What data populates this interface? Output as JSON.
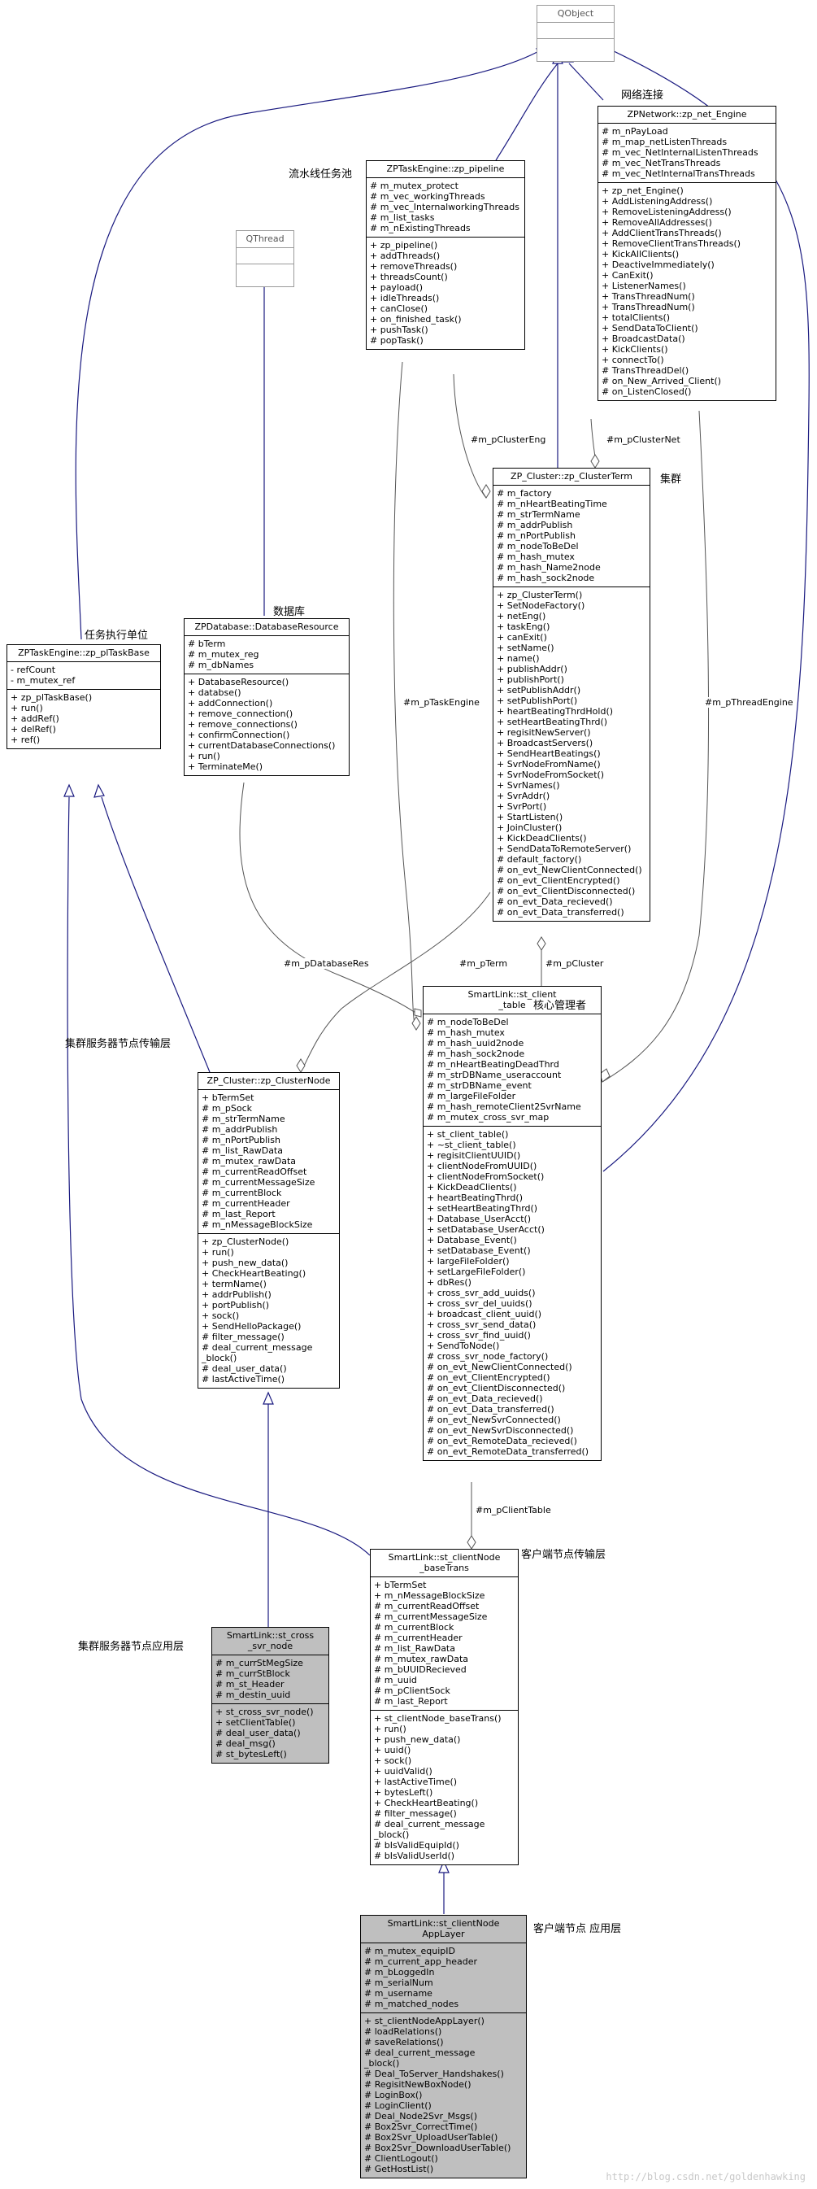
{
  "diagram": {
    "classes": {
      "qobject": {
        "title": "QObject",
        "attrs": [],
        "methods": [],
        "style": "light"
      },
      "qthread": {
        "title": "QThread",
        "attrs": [],
        "methods": [],
        "style": "light"
      },
      "net_engine": {
        "title": "ZPNetwork::zp_net_Engine",
        "attrs": [
          "# m_nPayLoad",
          "# m_map_netListenThreads",
          "# m_vec_NetInternalListenThreads",
          "# m_vec_NetTransThreads",
          "# m_vec_NetInternalTransThreads"
        ],
        "methods": [
          "+ zp_net_Engine()",
          "+ AddListeningAddress()",
          "+ RemoveListeningAddress()",
          "+ RemoveAllAddresses()",
          "+ AddClientTransThreads()",
          "+ RemoveClientTransThreads()",
          "+ KickAllClients()",
          "+ DeactiveImmediately()",
          "+ CanExit()",
          "+ ListenerNames()",
          "+ TransThreadNum()",
          "+ TransThreadNum()",
          "+ totalClients()",
          "+ SendDataToClient()",
          "+ BroadcastData()",
          "+ KickClients()",
          "+ connectTo()",
          "# TransThreadDel()",
          "# on_New_Arrived_Client()",
          "# on_ListenClosed()"
        ]
      },
      "pipeline": {
        "title": "ZPTaskEngine::zp_pipeline",
        "attrs": [
          "# m_mutex_protect",
          "# m_vec_workingThreads",
          "# m_vec_InternalworkingThreads",
          "# m_list_tasks",
          "# m_nExistingThreads"
        ],
        "methods": [
          "+ zp_pipeline()",
          "+ addThreads()",
          "+ removeThreads()",
          "+ threadsCount()",
          "+ payload()",
          "+ idleThreads()",
          "+ canClose()",
          "+ on_finished_task()",
          "+ pushTask()",
          "# popTask()"
        ]
      },
      "cluster_term": {
        "title": "ZP_Cluster::zp_ClusterTerm",
        "attrs": [
          "# m_factory",
          "# m_nHeartBeatingTime",
          "# m_strTermName",
          "# m_addrPublish",
          "# m_nPortPublish",
          "# m_nodeToBeDel",
          "# m_hash_mutex",
          "# m_hash_Name2node",
          "# m_hash_sock2node"
        ],
        "methods": [
          "+ zp_ClusterTerm()",
          "+ SetNodeFactory()",
          "+ netEng()",
          "+ taskEng()",
          "+ canExit()",
          "+ setName()",
          "+ name()",
          "+ publishAddr()",
          "+ publishPort()",
          "+ setPublishAddr()",
          "+ setPublishPort()",
          "+ heartBeatingThrdHold()",
          "+ setHeartBeatingThrd()",
          "+ regisitNewServer()",
          "+ BroadcastServers()",
          "+ SendHeartBeatings()",
          "+ SvrNodeFromName()",
          "+ SvrNodeFromSocket()",
          "+ SvrNames()",
          "+ SvrAddr()",
          "+ SvrPort()",
          "+ StartListen()",
          "+ JoinCluster()",
          "+ KickDeadClients()",
          "+ SendDataToRemoteServer()",
          "# default_factory()",
          "# on_evt_NewClientConnected()",
          "# on_evt_ClientEncrypted()",
          "# on_evt_ClientDisconnected()",
          "# on_evt_Data_recieved()",
          "# on_evt_Data_transferred()"
        ]
      },
      "task_base": {
        "title": "ZPTaskEngine::zp_plTaskBase",
        "attrs": [
          "- refCount",
          "- m_mutex_ref"
        ],
        "methods": [
          "+ zp_plTaskBase()",
          "+ run()",
          "+ addRef()",
          "+ delRef()",
          "+ ref()"
        ]
      },
      "db_resource": {
        "title": "ZPDatabase::DatabaseResource",
        "attrs": [
          "# bTerm",
          "# m_mutex_reg",
          "# m_dbNames"
        ],
        "methods": [
          "+ DatabaseResource()",
          "+ databse()",
          "+ addConnection()",
          "+ remove_connection()",
          "+ remove_connections()",
          "+ confirmConnection()",
          "+ currentDatabaseConnections()",
          "+ run()",
          "+ TerminateMe()"
        ]
      },
      "client_table": {
        "title": "SmartLink::st_client\n_table",
        "attrs": [
          "# m_nodeToBeDel",
          "# m_hash_mutex",
          "# m_hash_uuid2node",
          "# m_hash_sock2node",
          "# m_nHeartBeatingDeadThrd",
          "# m_strDBName_useraccount",
          "# m_strDBName_event",
          "# m_largeFileFolder",
          "# m_hash_remoteClient2SvrName",
          "# m_mutex_cross_svr_map"
        ],
        "methods": [
          "+ st_client_table()",
          "+ ~st_client_table()",
          "+ regisitClientUUID()",
          "+ clientNodeFromUUID()",
          "+ clientNodeFromSocket()",
          "+ KickDeadClients()",
          "+ heartBeatingThrd()",
          "+ setHeartBeatingThrd()",
          "+ Database_UserAcct()",
          "+ setDatabase_UserAcct()",
          "+ Database_Event()",
          "+ setDatabase_Event()",
          "+ largeFileFolder()",
          "+ setLargeFileFolder()",
          "+ dbRes()",
          "+ cross_svr_add_uuids()",
          "+ cross_svr_del_uuids()",
          "+ broadcast_client_uuid()",
          "+ cross_svr_send_data()",
          "+ cross_svr_find_uuid()",
          "+ SendToNode()",
          "# cross_svr_node_factory()",
          "# on_evt_NewClientConnected()",
          "# on_evt_ClientEncrypted()",
          "# on_evt_ClientDisconnected()",
          "# on_evt_Data_recieved()",
          "# on_evt_Data_transferred()",
          "# on_evt_NewSvrConnected()",
          "# on_evt_NewSvrDisconnected()",
          "# on_evt_RemoteData_recieved()",
          "# on_evt_RemoteData_transferred()"
        ]
      },
      "cluster_node": {
        "title": "ZP_Cluster::zp_ClusterNode",
        "attrs": [
          "+ bTermSet",
          "# m_pSock",
          "# m_strTermName",
          "# m_addrPublish",
          "# m_nPortPublish",
          "# m_list_RawData",
          "# m_mutex_rawData",
          "# m_currentReadOffset",
          "# m_currentMessageSize",
          "# m_currentBlock",
          "# m_currentHeader",
          "# m_last_Report",
          "# m_nMessageBlockSize"
        ],
        "methods": [
          "+ zp_ClusterNode()",
          "+ run()",
          "+ push_new_data()",
          "+ CheckHeartBeating()",
          "+ termName()",
          "+ addrPublish()",
          "+ portPublish()",
          "+ sock()",
          "+ SendHelloPackage()",
          "# filter_message()",
          "# deal_current_message\n_block()",
          "# deal_user_data()",
          "# lastActiveTime()"
        ]
      },
      "cross_svr_node": {
        "title": "SmartLink::st_cross\n_svr_node",
        "attrs": [
          "# m_currStMegSize",
          "# m_currStBlock",
          "# m_st_Header",
          "# m_destin_uuid"
        ],
        "methods": [
          "+ st_cross_svr_node()",
          "+ setClientTable()",
          "# deal_user_data()",
          "# deal_msg()",
          "# st_bytesLeft()"
        ]
      },
      "client_base_trans": {
        "title": "SmartLink::st_clientNode\n_baseTrans",
        "attrs": [
          "+ bTermSet",
          "+ m_nMessageBlockSize",
          "# m_currentReadOffset",
          "# m_currentMessageSize",
          "# m_currentBlock",
          "# m_currentHeader",
          "# m_list_RawData",
          "# m_mutex_rawData",
          "# m_bUUIDRecieved",
          "# m_uuid",
          "# m_pClientSock",
          "# m_last_Report"
        ],
        "methods": [
          "+ st_clientNode_baseTrans()",
          "+ run()",
          "+ push_new_data()",
          "+ uuid()",
          "+ sock()",
          "+ uuidValid()",
          "+ lastActiveTime()",
          "+ bytesLeft()",
          "+ CheckHeartBeating()",
          "# filter_message()",
          "# deal_current_message\n_block()",
          "# bIsValidEquipId()",
          "# bIsValidUserId()"
        ]
      },
      "client_app": {
        "title": "SmartLink::st_clientNode\nAppLayer",
        "attrs": [
          "# m_mutex_equipID",
          "# m_current_app_header",
          "# m_bLoggedIn",
          "# m_serialNum",
          "# m_username",
          "# m_matched_nodes"
        ],
        "methods": [
          "+ st_clientNodeAppLayer()",
          "# loadRelations()",
          "# saveRelations()",
          "# deal_current_message\n_block()",
          "# Deal_ToServer_Handshakes()",
          "# RegisitNewBoxNode()",
          "# LoginBox()",
          "# LoginClient()",
          "# Deal_Node2Svr_Msgs()",
          "# Box2Svr_CorrectTime()",
          "# Box2Svr_UploadUserTable()",
          "# Box2Svr_DownloadUserTable()",
          "# ClientLogout()",
          "# GetHostList()"
        ]
      }
    },
    "edge_labels": {
      "cluster_eng": "#m_pClusterEng",
      "cluster_net": "#m_pClusterNet",
      "task_engine": "#m_pTaskEngine",
      "thread_engine": "#m_pThreadEngine",
      "database_res": "#m_pDatabaseRes",
      "term": "#m_pTerm",
      "cluster": "#m_pCluster",
      "client_table": "#m_pClientTable"
    },
    "annotations": {
      "network": "网络连接",
      "pipeline": "流水线任务池",
      "cluster": "集群",
      "database": "数据库",
      "task_unit": "任务执行单位",
      "core_manager": "核心管理者",
      "cluster_transport": "集群服务器节点传输层",
      "client_transport": "客户端节点传输层",
      "cluster_app": "集群服务器节点应用层",
      "client_app": "客户端节点 应用层"
    },
    "watermark": "http://blog.csdn.net/goldenhawking"
  }
}
